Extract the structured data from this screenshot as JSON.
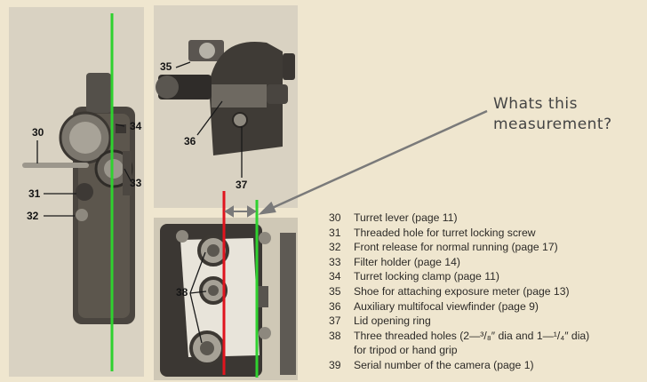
{
  "question": {
    "line1": "Whats this",
    "line2": "measurement?"
  },
  "callouts": {
    "c30": "30",
    "c31": "31",
    "c32": "32",
    "c33": "33",
    "c34": "34",
    "c35": "35",
    "c36": "36",
    "c37": "37",
    "c38": "38"
  },
  "legend": [
    {
      "num": "30",
      "text": "Turret lever (page 11)"
    },
    {
      "num": "31",
      "text": "Threaded hole for turret locking screw"
    },
    {
      "num": "32",
      "text": "Front release for normal running (page 17)"
    },
    {
      "num": "33",
      "text": "Filter holder (page 14)"
    },
    {
      "num": "34",
      "text": "Turret locking clamp (page 11)"
    },
    {
      "num": "35",
      "text": "Shoe for attaching exposure meter (page 13)"
    },
    {
      "num": "36",
      "text": "Auxiliary multifocal viewfinder (page 9)"
    },
    {
      "num": "37",
      "text": "Lid opening ring"
    },
    {
      "num": "38",
      "text": "Three threaded holes (2—³/₈″ dia and 1—¹/₄″ dia)"
    },
    {
      "num": "",
      "text": "for tripod or hand grip"
    },
    {
      "num": "39",
      "text": "Serial number of the camera (page 1)"
    }
  ],
  "colors": {
    "page_bg": "#efe6cf",
    "green_line": "#2fd12f",
    "red_line": "#e0141e",
    "arrow": "#7a7a7a"
  }
}
